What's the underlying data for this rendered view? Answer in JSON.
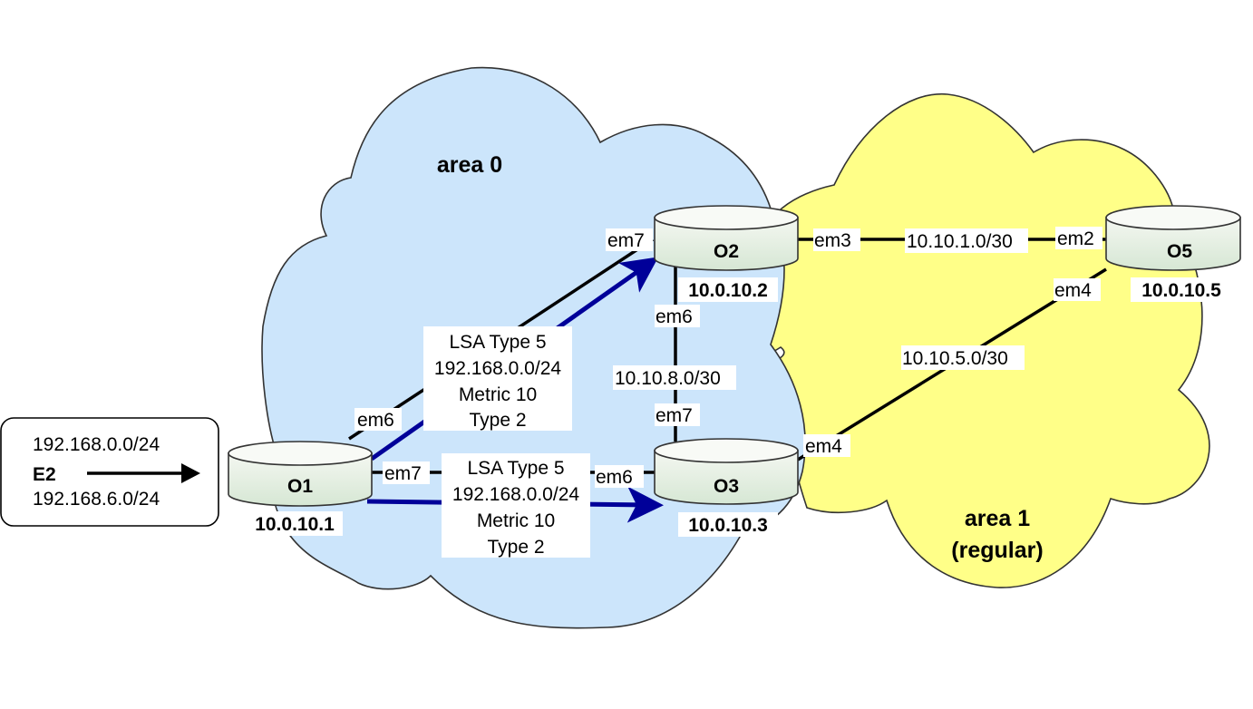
{
  "areas": [
    {
      "id": "area0",
      "label_lines": [
        "area 0"
      ],
      "fill": "#cce5fb"
    },
    {
      "id": "area1",
      "label_lines": [
        "area 1",
        "(regular)"
      ],
      "fill": "#ffff88"
    }
  ],
  "external_box": {
    "route_1": "192.168.0.0/24",
    "type_label": "E2",
    "route_2": "192.168.6.0/24"
  },
  "routers": [
    {
      "id": "O1",
      "name": "O1",
      "router_id": "10.0.10.1"
    },
    {
      "id": "O2",
      "name": "O2",
      "router_id": "10.0.10.2"
    },
    {
      "id": "O3",
      "name": "O3",
      "router_id": "10.0.10.3"
    },
    {
      "id": "O5",
      "name": "O5",
      "router_id": "10.0.10.5"
    }
  ],
  "links": [
    {
      "from": "O1",
      "to": "O2",
      "from_if": "em6",
      "to_if": "em7",
      "subnet": ""
    },
    {
      "from": "O1",
      "to": "O3",
      "from_if": "em7",
      "to_if": "em6",
      "subnet": ""
    },
    {
      "from": "O2",
      "to": "O3",
      "from_if": "em6",
      "to_if": "em7",
      "subnet": "10.10.8.0/30"
    },
    {
      "from": "O2",
      "to": "O5",
      "from_if": "em3",
      "to_if": "em2",
      "subnet": "10.10.1.0/30"
    },
    {
      "from": "O3",
      "to": "O5",
      "from_if": "em4",
      "to_if": "em4",
      "subnet": "10.10.5.0/30"
    }
  ],
  "lsa_flows": [
    {
      "from": "O1",
      "to": "O2",
      "color": "#000099",
      "lines": [
        "LSA Type 5",
        "192.168.0.0/24",
        "Metric 10",
        "Type 2"
      ]
    },
    {
      "from": "O1",
      "to": "O3",
      "color": "#000099",
      "lines": [
        "LSA Type 5",
        "192.168.0.0/24",
        "Metric 10",
        "Type 2"
      ]
    }
  ]
}
